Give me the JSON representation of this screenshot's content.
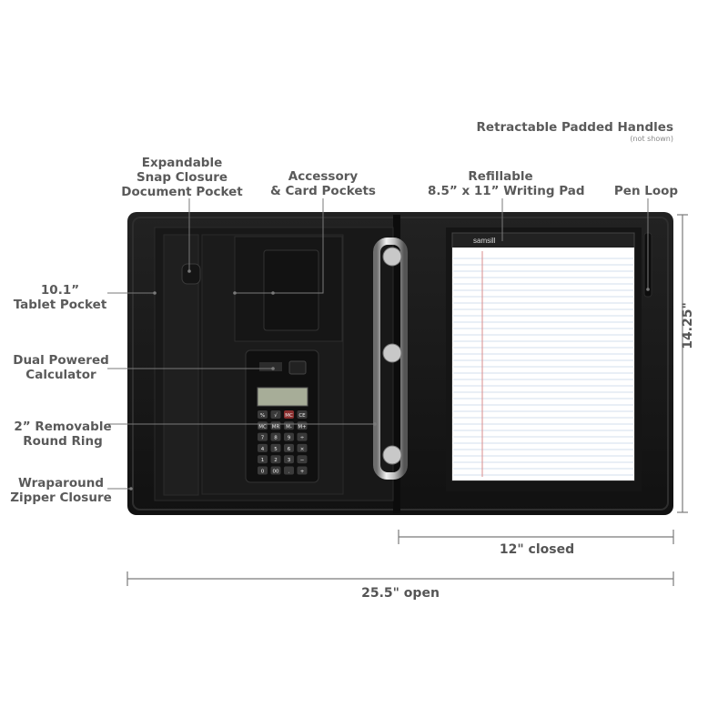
{
  "callouts": {
    "handles": {
      "line1": "Retractable Padded Handles",
      "note": "(not shown)"
    },
    "snap": {
      "line1": "Expandable",
      "line2": "Snap Closure",
      "line3": "Document Pocket"
    },
    "accessory": {
      "line1": "Accessory",
      "line2": "& Card Pockets"
    },
    "pad": {
      "line1": "Refillable",
      "line2": "8.5” x 11” Writing Pad"
    },
    "pen": {
      "line1": "Pen Loop"
    },
    "tablet": {
      "line1": "10.1”",
      "line2": "Tablet Pocket"
    },
    "calculator": {
      "line1": "Dual Powered",
      "line2": "Calculator"
    },
    "ring": {
      "line1": "2” Removable",
      "line2": "Round Ring"
    },
    "zipper": {
      "line1": "Wraparound",
      "line2": "Zipper Closure"
    }
  },
  "dimensions": {
    "height": "14.25\"",
    "closed": "12\" closed",
    "open": "25.5\" open"
  },
  "brand": "samsill",
  "calculator_keys": [
    "%",
    "√",
    "MC",
    "CE",
    "MC",
    "MR",
    "M-",
    "M+",
    "7",
    "8",
    "9",
    "÷",
    "4",
    "5",
    "6",
    "×",
    "1",
    "2",
    "3",
    "−",
    "0",
    "00",
    ".",
    "+"
  ],
  "colors": {
    "text": "#5a5a5a",
    "line": "#888888",
    "binder": "#1a1a1a"
  }
}
